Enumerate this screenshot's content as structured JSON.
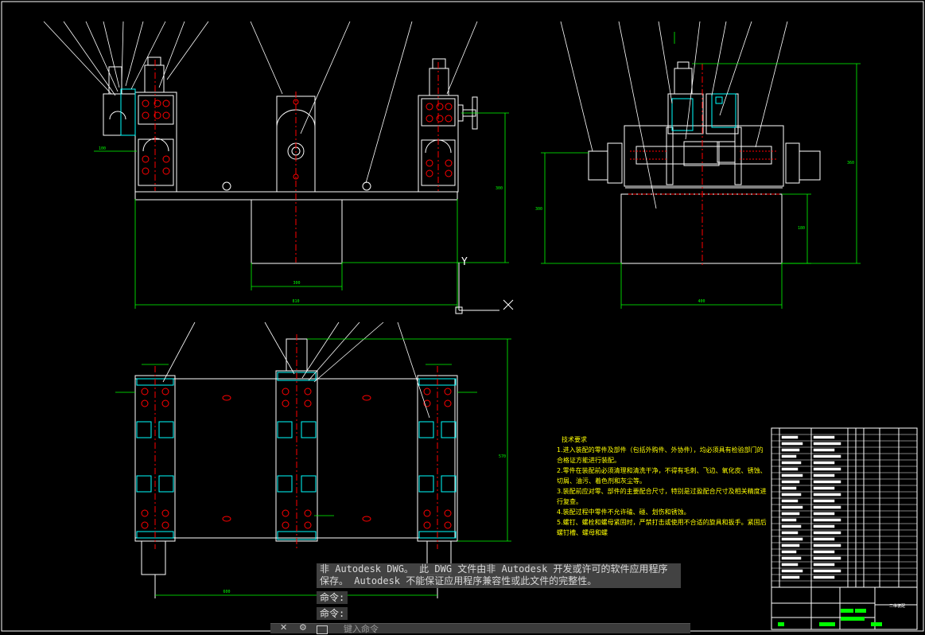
{
  "app": {
    "accent_draw": "#ffffff",
    "dim_color": "#00ff00",
    "hidden_color": "#ff0000",
    "section_color": "#00ffff",
    "axis_labels": {
      "y": "Y",
      "x": "X"
    }
  },
  "dimensions": {
    "front_width": "810",
    "front_inner": "300",
    "front_height": "300",
    "side_width": "400",
    "side_height_left": "300",
    "side_height_mid": "180",
    "side_height_right": "360",
    "top_width": "600",
    "top_height": "570",
    "small_dim": "100"
  },
  "notes": {
    "title": "技术要求",
    "lines": [
      "1.进入装配的零件及部件（包括外购件、外协件），均必须具有检验部门的",
      "合格证方能进行装配。",
      "2.零件在装配前必须清理和清洗干净，不得有毛刺、飞边、氧化皮、锈蚀、",
      "切屑、油污、着色剂和灰尘等。",
      "3.装配前应对零、部件的主要配合尺寸，特别是过盈配合尺寸及相关精度进",
      "行复查。",
      "4.装配过程中零件不允许磕、碰、划伤和锈蚀。",
      "5.螺钉、螺栓和螺母紧固时，严禁打击或使用不合适的旋具和扳手。紧固后",
      "螺钉槽、螺母和螺"
    ]
  },
  "warning": {
    "line1": "非 Autodesk DWG。  此 DWG 文件由非 Autodesk 开发或许可的软件应用程序",
    "line2": "保存。  Autodesk 不能保证应用程序兼容性或此文件的完整性。"
  },
  "command": {
    "history": [
      "命令:",
      "命令:"
    ],
    "placeholder": "键入命令",
    "close_glyph": "✕",
    "tool_glyph": "⚙"
  },
  "title_block": {
    "name_cell": "二维装配"
  }
}
